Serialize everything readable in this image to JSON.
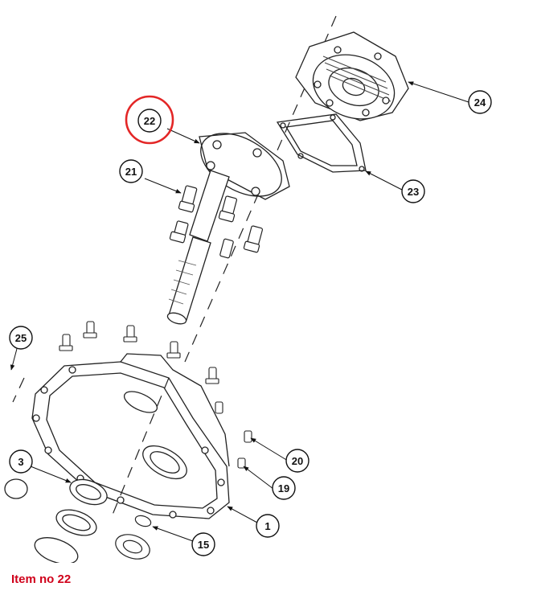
{
  "callouts": {
    "c1": "1",
    "c3": "3",
    "c15": "15",
    "c19": "19",
    "c20": "20",
    "c21": "21",
    "c22": "22",
    "c23": "23",
    "c24": "24",
    "c25": "25"
  },
  "highlight_color": "#e32626",
  "caption": "Item no 22"
}
